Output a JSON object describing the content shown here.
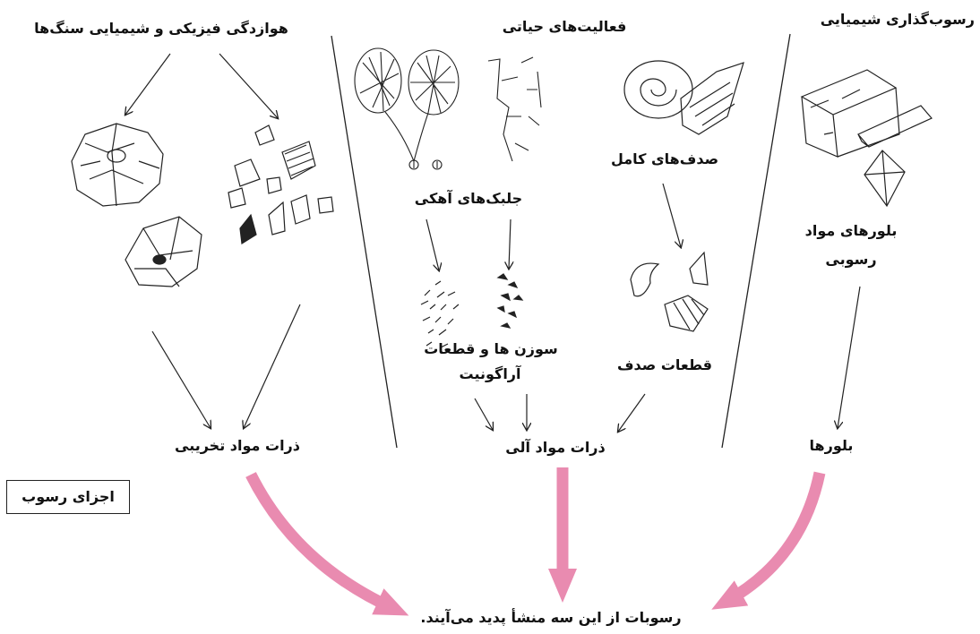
{
  "headers": {
    "weathering": "هوازدگی فیزیکی و شیمیایی سنگ‌ها",
    "biological": "فعالیت‌های حیاتی",
    "chemical": "رسوب‌گذاری شیمیایی"
  },
  "labels": {
    "calcareous_algae": "جلبک‌های آهکی",
    "whole_shells": "صدف‌های کامل",
    "sediment_crystals_line1": "بلورهای مواد",
    "sediment_crystals_line2": "رسوبی",
    "needles_line1": "سوزن ها و قطعات",
    "needles_line2": "آراگونیت",
    "shell_fragments": "قطعات صدف",
    "detrital_particles": "ذرات مواد تخریبی",
    "organic_particles": "ذرات مواد آلی",
    "crystals": "بلورها"
  },
  "box_label": "اجزای رسوب",
  "conclusion": "رسوبات از این سه منشأ پدید می‌آیند.",
  "colors": {
    "pink_arrow": "#e98bb0",
    "line": "#222222"
  }
}
